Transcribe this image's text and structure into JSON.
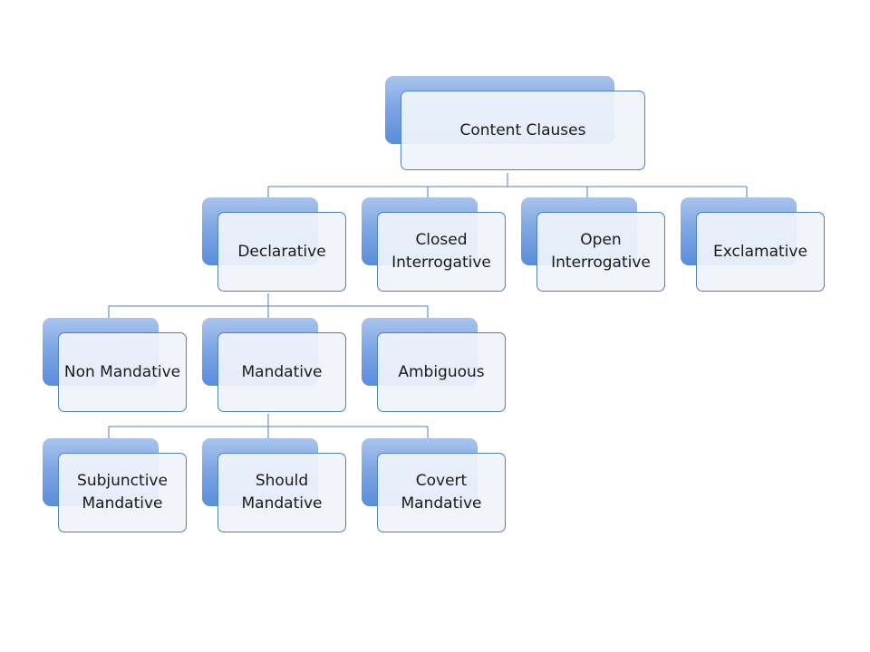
{
  "diagram": {
    "root": "Content Clauses",
    "level1": {
      "declarative": "Declarative",
      "closed_interrogative": "Closed Interrogative",
      "open_interrogative": "Open Interrogative",
      "exclamative": "Exclamative"
    },
    "level2": {
      "non_mandative": "Non Mandative",
      "mandative": "Mandative",
      "ambiguous": "Ambiguous"
    },
    "level3": {
      "subjunctive_mandative": "Subjunctive Mandative",
      "should_mandative": "Should Mandative",
      "covert_mandative": "Covert Mandative"
    },
    "colors": {
      "accent": "#4f81bd",
      "tab_top": "#a9c4ec",
      "tab_bottom": "#5a8ddb",
      "card_fill": "#f0f4fb"
    }
  }
}
